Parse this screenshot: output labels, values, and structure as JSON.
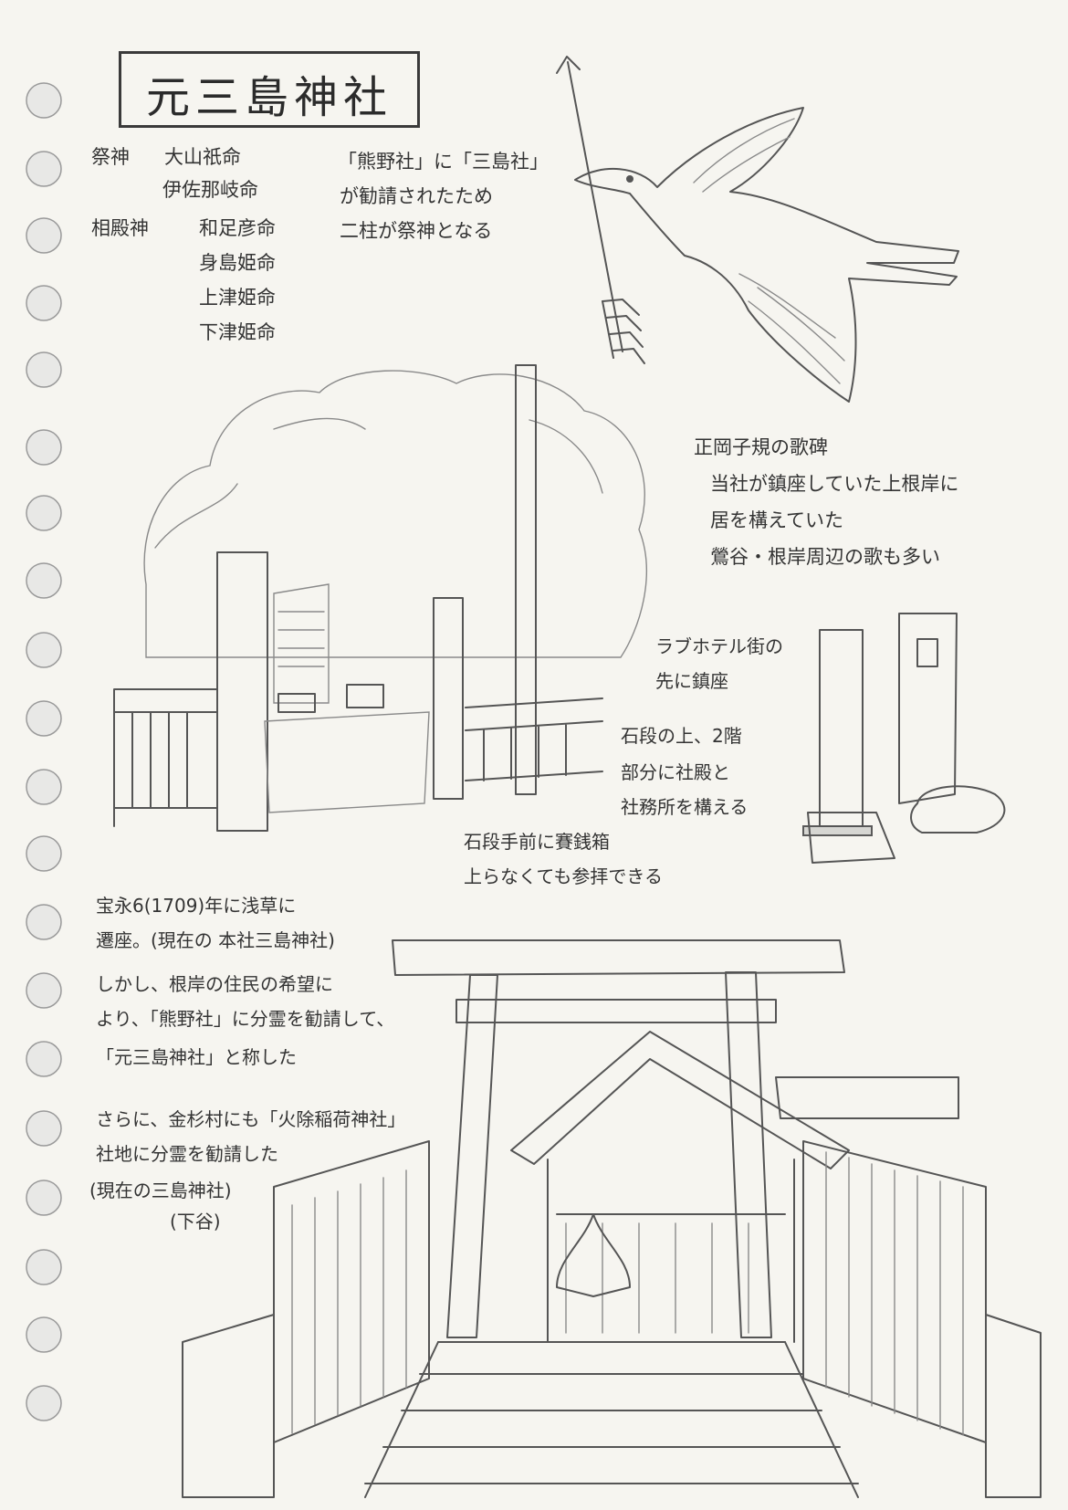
{
  "title": "元三島神社",
  "deities": {
    "main_label": "祭神",
    "main": [
      "大山祇命",
      "伊佐那岐命"
    ],
    "sub_label": "相殿神",
    "sub": [
      "和足彦命",
      "身島姫命",
      "上津姫命",
      "下津姫命"
    ]
  },
  "note_kumano": [
    "「熊野社」に「三島社」",
    "が勧請されたため",
    "二柱が祭神となる"
  ],
  "note_shiki": [
    "正岡子規の歌碑",
    "当社が鎮座していた上根岸に",
    "居を構えていた",
    "鶯谷・根岸周辺の歌も多い"
  ],
  "note_location": [
    "ラブホテル街の",
    "先に鎮座"
  ],
  "note_stairs": [
    "石段の上、2階",
    "部分に社殿と",
    "社務所を構える"
  ],
  "note_saisen": [
    "石段手前に賽銭箱",
    "上らなくても参拝できる"
  ],
  "history": [
    "宝永6(1709)年に浅草に",
    "遷座。(現在の 本社三島神社)",
    "しかし、根岸の住民の希望に",
    "より、「熊野社」に分霊を勧請して、",
    "「元三島神社」と称した",
    "さらに、金杉村にも「火除稲荷神社」",
    "社地に分霊を勧請した",
    "(現在の三島神社)",
    "(下谷)"
  ]
}
